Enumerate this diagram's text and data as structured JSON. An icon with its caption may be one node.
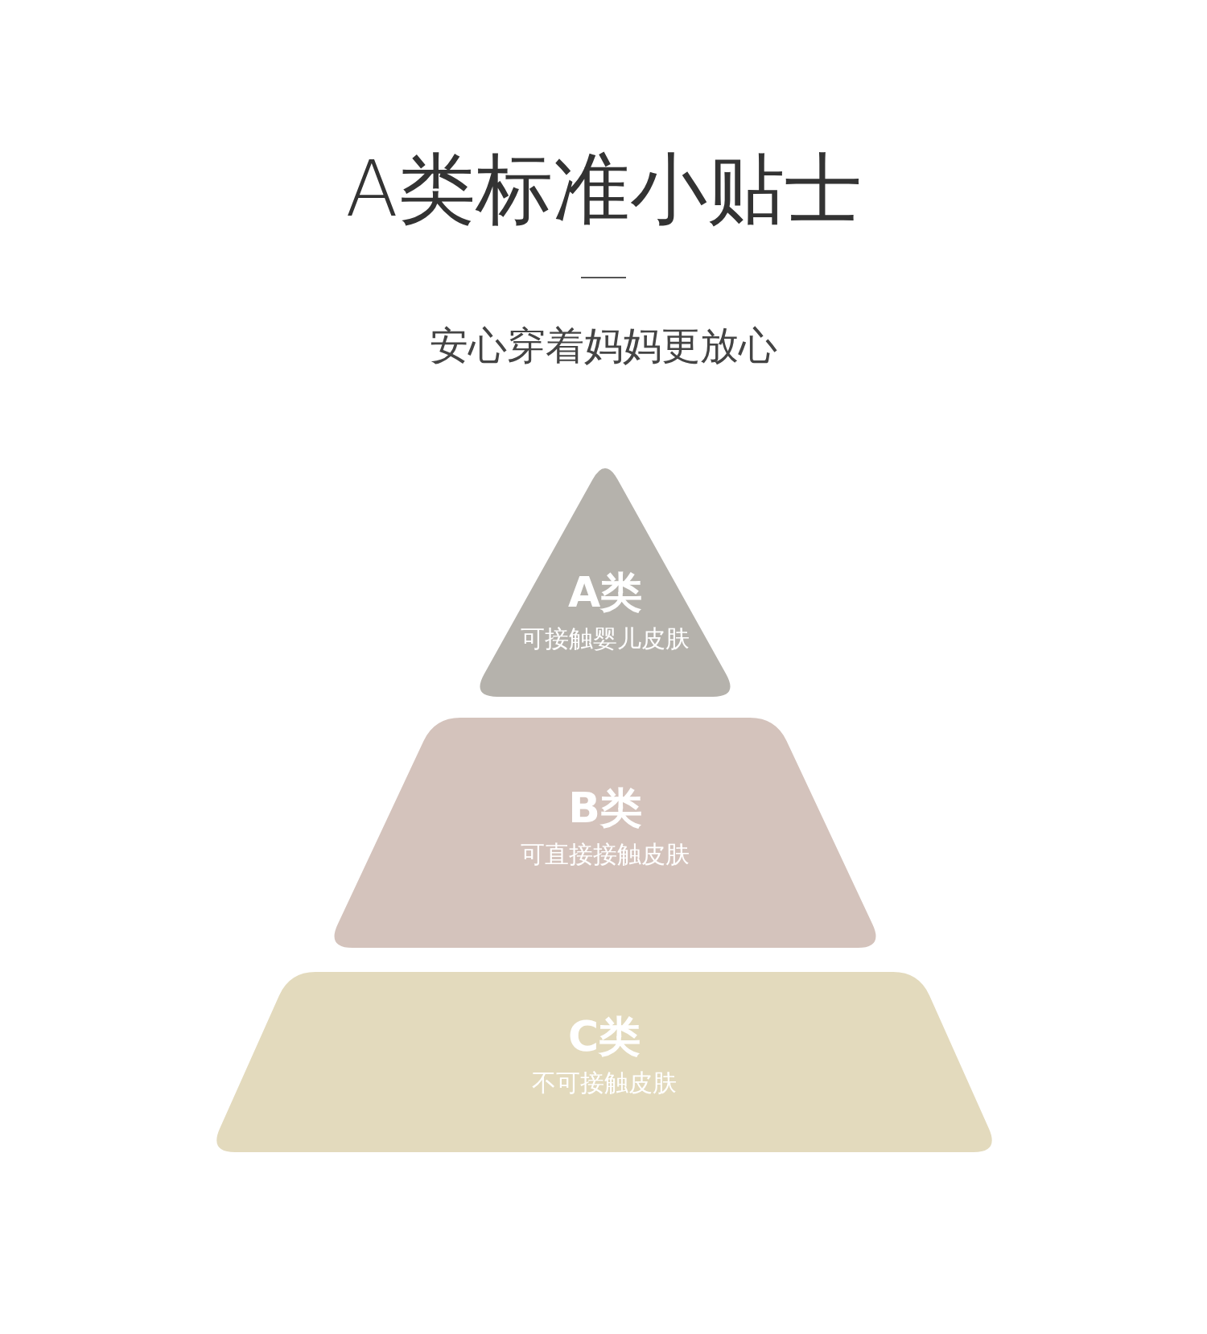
{
  "diagram": {
    "title": "A类标准小贴士",
    "nodes": [
      {
        "text": [
          "A类",
          "可接触婴儿皮肤"
        ]
      },
      {
        "text": [
          "B类",
          "可直接接触皮肤"
        ]
      },
      {
        "text": [
          "C类",
          "不可接触皮肤"
        ]
      }
    ],
    "labels": [
      "安心穿着妈妈更放心"
    ]
  }
}
